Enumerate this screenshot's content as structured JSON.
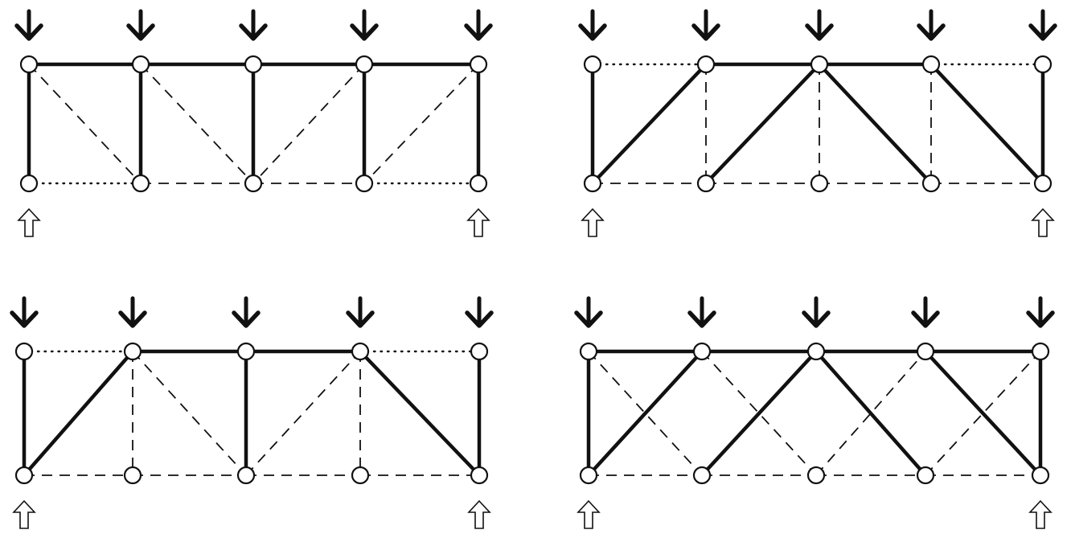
{
  "colors": {
    "ink": "#111111",
    "background": "#ffffff"
  },
  "trusses": [
    {
      "name": "truss-top-left",
      "top": [
        {
          "id": "t0",
          "node": "n",
          "load": "down"
        },
        {
          "id": "t1",
          "node": "n",
          "load": "down"
        },
        {
          "id": "t2",
          "node": "n",
          "load": "down"
        },
        {
          "id": "t3",
          "node": "n",
          "load": "down"
        },
        {
          "id": "t4",
          "node": "n",
          "load": "down"
        }
      ],
      "bottom": [
        {
          "id": "b0",
          "support": "up"
        },
        {
          "id": "b1"
        },
        {
          "id": "b2"
        },
        {
          "id": "b3"
        },
        {
          "id": "b4",
          "support": "up"
        }
      ],
      "members": [
        {
          "a": "t0",
          "b": "t1",
          "style": "solid"
        },
        {
          "a": "t1",
          "b": "t2",
          "style": "solid"
        },
        {
          "a": "t2",
          "b": "t3",
          "style": "solid"
        },
        {
          "a": "t3",
          "b": "t4",
          "style": "solid"
        },
        {
          "a": "b0",
          "b": "b1",
          "style": "dotted"
        },
        {
          "a": "b1",
          "b": "b2",
          "style": "dashed"
        },
        {
          "a": "b2",
          "b": "b3",
          "style": "dashed"
        },
        {
          "a": "b3",
          "b": "b4",
          "style": "dotted"
        },
        {
          "a": "t0",
          "b": "b0",
          "style": "solid"
        },
        {
          "a": "t1",
          "b": "b1",
          "style": "solid"
        },
        {
          "a": "t2",
          "b": "b2",
          "style": "solid"
        },
        {
          "a": "t3",
          "b": "b3",
          "style": "solid"
        },
        {
          "a": "t4",
          "b": "b4",
          "style": "solid"
        },
        {
          "a": "t0",
          "b": "b1",
          "style": "dashed"
        },
        {
          "a": "t1",
          "b": "b2",
          "style": "dashed"
        },
        {
          "a": "t3",
          "b": "b2",
          "style": "dashed"
        },
        {
          "a": "t4",
          "b": "b3",
          "style": "dashed"
        }
      ]
    },
    {
      "name": "truss-top-right",
      "top": [
        {
          "id": "t0",
          "load": "down"
        },
        {
          "id": "t1",
          "load": "down"
        },
        {
          "id": "t2",
          "load": "down"
        },
        {
          "id": "t3",
          "load": "down"
        },
        {
          "id": "t4",
          "load": "down"
        }
      ],
      "bottom": [
        {
          "id": "b0",
          "support": "up"
        },
        {
          "id": "b1"
        },
        {
          "id": "b2"
        },
        {
          "id": "b3"
        },
        {
          "id": "b4",
          "support": "up"
        }
      ],
      "members": [
        {
          "a": "t0",
          "b": "t1",
          "style": "dotted"
        },
        {
          "a": "t1",
          "b": "t2",
          "style": "solid"
        },
        {
          "a": "t2",
          "b": "t3",
          "style": "solid"
        },
        {
          "a": "t3",
          "b": "t4",
          "style": "dotted"
        },
        {
          "a": "b0",
          "b": "b1",
          "style": "dashed"
        },
        {
          "a": "b1",
          "b": "b2",
          "style": "dashed"
        },
        {
          "a": "b2",
          "b": "b3",
          "style": "dashed"
        },
        {
          "a": "b3",
          "b": "b4",
          "style": "dashed"
        },
        {
          "a": "t0",
          "b": "b0",
          "style": "solid"
        },
        {
          "a": "t1",
          "b": "b1",
          "style": "dashed"
        },
        {
          "a": "t2",
          "b": "b2",
          "style": "dashed"
        },
        {
          "a": "t3",
          "b": "b3",
          "style": "dashed"
        },
        {
          "a": "t4",
          "b": "b4",
          "style": "solid"
        },
        {
          "a": "b0",
          "b": "t1",
          "style": "solid"
        },
        {
          "a": "b1",
          "b": "t2",
          "style": "solid"
        },
        {
          "a": "t2",
          "b": "b3",
          "style": "solid"
        },
        {
          "a": "t3",
          "b": "b4",
          "style": "solid"
        }
      ]
    },
    {
      "name": "truss-bottom-left",
      "top": [
        {
          "id": "t0",
          "load": "down"
        },
        {
          "id": "t1",
          "load": "down"
        },
        {
          "id": "t2",
          "load": "down"
        },
        {
          "id": "t3",
          "load": "down"
        },
        {
          "id": "t4",
          "load": "down"
        }
      ],
      "bottom": [
        {
          "id": "b0",
          "support": "up"
        },
        {
          "id": "b1"
        },
        {
          "id": "b2"
        },
        {
          "id": "b3"
        },
        {
          "id": "b4",
          "support": "up"
        }
      ],
      "members": [
        {
          "a": "t0",
          "b": "t1",
          "style": "dotted"
        },
        {
          "a": "t1",
          "b": "t2",
          "style": "solid"
        },
        {
          "a": "t2",
          "b": "t3",
          "style": "solid"
        },
        {
          "a": "t3",
          "b": "t4",
          "style": "dotted"
        },
        {
          "a": "b0",
          "b": "b1",
          "style": "dashed"
        },
        {
          "a": "b1",
          "b": "b2",
          "style": "dashed"
        },
        {
          "a": "b2",
          "b": "b3",
          "style": "dashed"
        },
        {
          "a": "b3",
          "b": "b4",
          "style": "dashed"
        },
        {
          "a": "t0",
          "b": "b0",
          "style": "solid"
        },
        {
          "a": "t1",
          "b": "b1",
          "style": "dashed"
        },
        {
          "a": "t2",
          "b": "b2",
          "style": "solid"
        },
        {
          "a": "t3",
          "b": "b3",
          "style": "dashed"
        },
        {
          "a": "t4",
          "b": "b4",
          "style": "solid"
        },
        {
          "a": "b0",
          "b": "t1",
          "style": "solid"
        },
        {
          "a": "t1",
          "b": "b2",
          "style": "dashed"
        },
        {
          "a": "b2",
          "b": "t3",
          "style": "dashed"
        },
        {
          "a": "t3",
          "b": "b4",
          "style": "solid"
        }
      ]
    },
    {
      "name": "truss-bottom-right",
      "top": [
        {
          "id": "t0",
          "load": "down"
        },
        {
          "id": "t1",
          "load": "down"
        },
        {
          "id": "t2",
          "load": "down"
        },
        {
          "id": "t3",
          "load": "down"
        },
        {
          "id": "t4",
          "load": "down"
        }
      ],
      "bottom": [
        {
          "id": "b0",
          "support": "up"
        },
        {
          "id": "b1"
        },
        {
          "id": "b2"
        },
        {
          "id": "b3"
        },
        {
          "id": "b4",
          "support": "up"
        }
      ],
      "members": [
        {
          "a": "t0",
          "b": "t1",
          "style": "solid"
        },
        {
          "a": "t1",
          "b": "t2",
          "style": "solid"
        },
        {
          "a": "t2",
          "b": "t3",
          "style": "solid"
        },
        {
          "a": "t3",
          "b": "t4",
          "style": "solid"
        },
        {
          "a": "b0",
          "b": "b1",
          "style": "dashed"
        },
        {
          "a": "b1",
          "b": "b2",
          "style": "dashed"
        },
        {
          "a": "b2",
          "b": "b3",
          "style": "dashed"
        },
        {
          "a": "b3",
          "b": "b4",
          "style": "dashed"
        },
        {
          "a": "t0",
          "b": "b0",
          "style": "solid"
        },
        {
          "a": "t4",
          "b": "b4",
          "style": "solid"
        },
        {
          "a": "b0",
          "b": "t1",
          "style": "solid"
        },
        {
          "a": "t1",
          "b": "b2",
          "style": "dashed"
        },
        {
          "a": "b2",
          "b": "t3",
          "style": "dashed"
        },
        {
          "a": "t3",
          "b": "b4",
          "style": "solid"
        },
        {
          "a": "t0",
          "b": "b1",
          "style": "dashed"
        },
        {
          "a": "b1",
          "b": "t2",
          "style": "solid"
        },
        {
          "a": "t2",
          "b": "b3",
          "style": "solid"
        },
        {
          "a": "b3",
          "b": "t4",
          "style": "dashed"
        }
      ]
    }
  ]
}
